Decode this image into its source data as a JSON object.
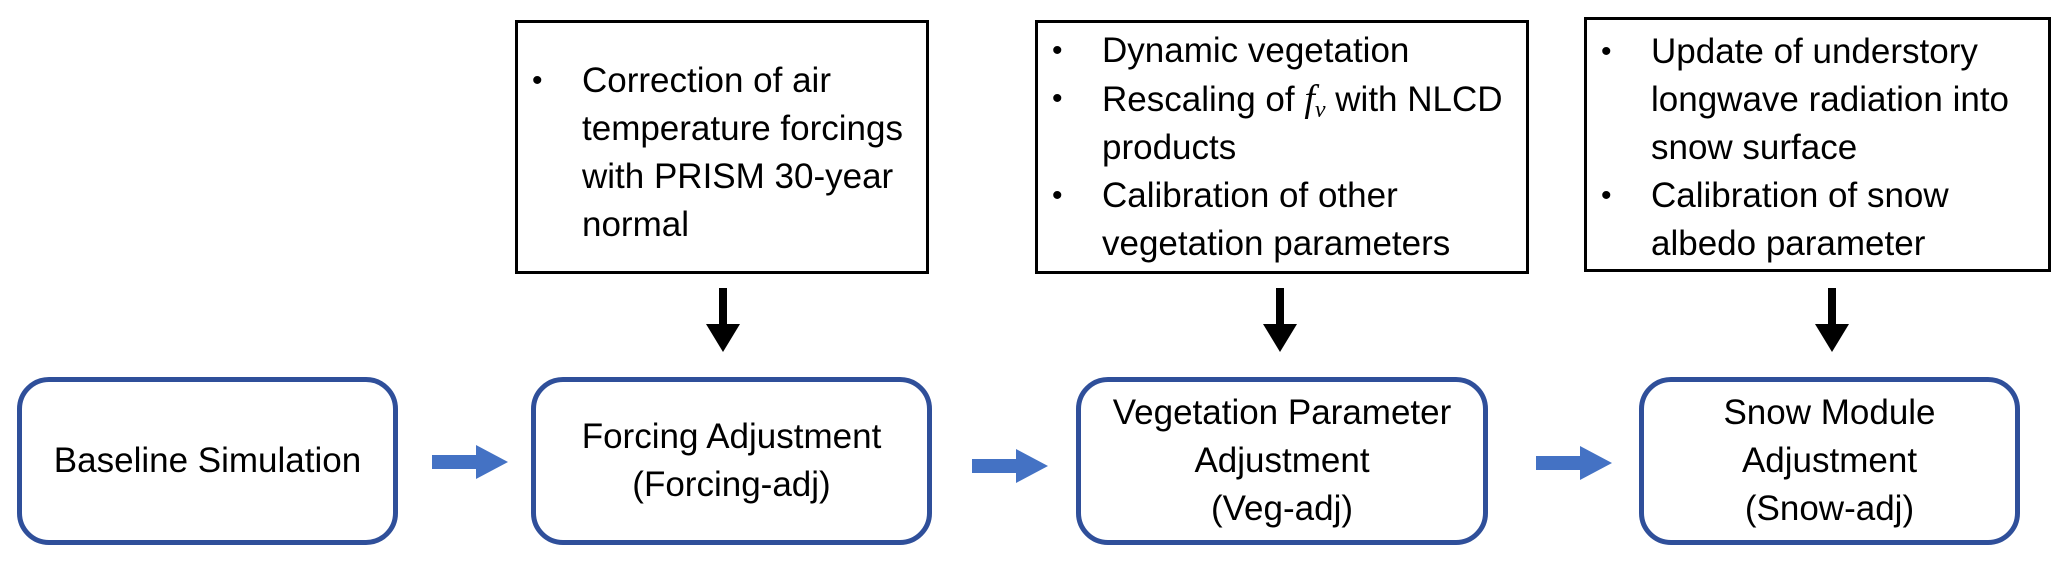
{
  "stages": [
    {
      "lines": [
        "Baseline Simulation"
      ]
    },
    {
      "lines": [
        "Forcing Adjustment",
        "(Forcing-adj)"
      ]
    },
    {
      "lines": [
        "Vegetation Parameter",
        "Adjustment",
        "(Veg-adj)"
      ]
    },
    {
      "lines": [
        "Snow Module",
        "Adjustment",
        "(Snow-adj)"
      ]
    }
  ],
  "notes": {
    "forcing": {
      "items": [
        "Correction of air temperature forcings with PRISM 30-year normal"
      ]
    },
    "vegetation": {
      "items": [
        "Dynamic vegetation",
        {
          "prefix": "Rescaling of ",
          "symbol": "f",
          "subscript": "v",
          "suffix": " with NLCD products"
        },
        "Calibration of other vegetation parameters"
      ]
    },
    "snow": {
      "items": [
        "Update of understory longwave radiation into snow surface",
        "Calibration of snow albedo parameter"
      ]
    }
  },
  "colors": {
    "stage_border": "#2f4f9a",
    "flow_arrow": "#4472c4",
    "note_border": "#000000",
    "down_arrow": "#000000"
  }
}
